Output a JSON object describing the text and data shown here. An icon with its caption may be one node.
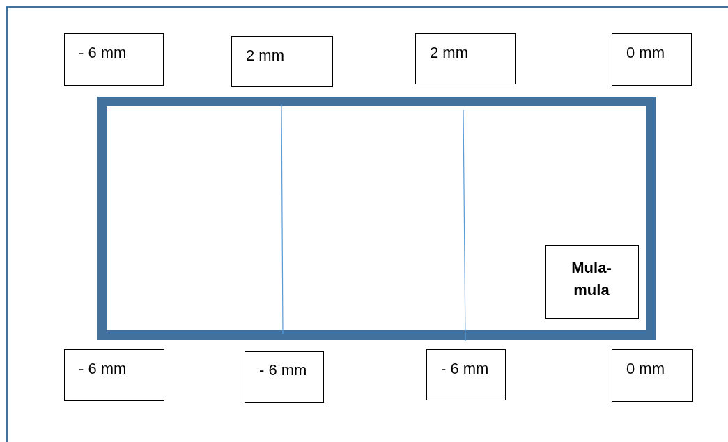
{
  "diagram": {
    "nodes": [
      {
        "text": [
          "- 6 mm"
        ]
      },
      {
        "text": [
          "2 mm"
        ]
      },
      {
        "text": [
          "2 mm"
        ]
      },
      {
        "text": [
          "0 mm"
        ]
      },
      {
        "text": [],
        "shape": "box"
      },
      {
        "text": [
          "Mula-mula"
        ],
        "in": 4
      },
      {
        "text": [
          "- 6 mm"
        ]
      },
      {
        "text": [
          "- 6 mm"
        ]
      },
      {
        "text": [
          "- 6 mm"
        ]
      },
      {
        "text": [
          "0 mm"
        ]
      }
    ]
  }
}
